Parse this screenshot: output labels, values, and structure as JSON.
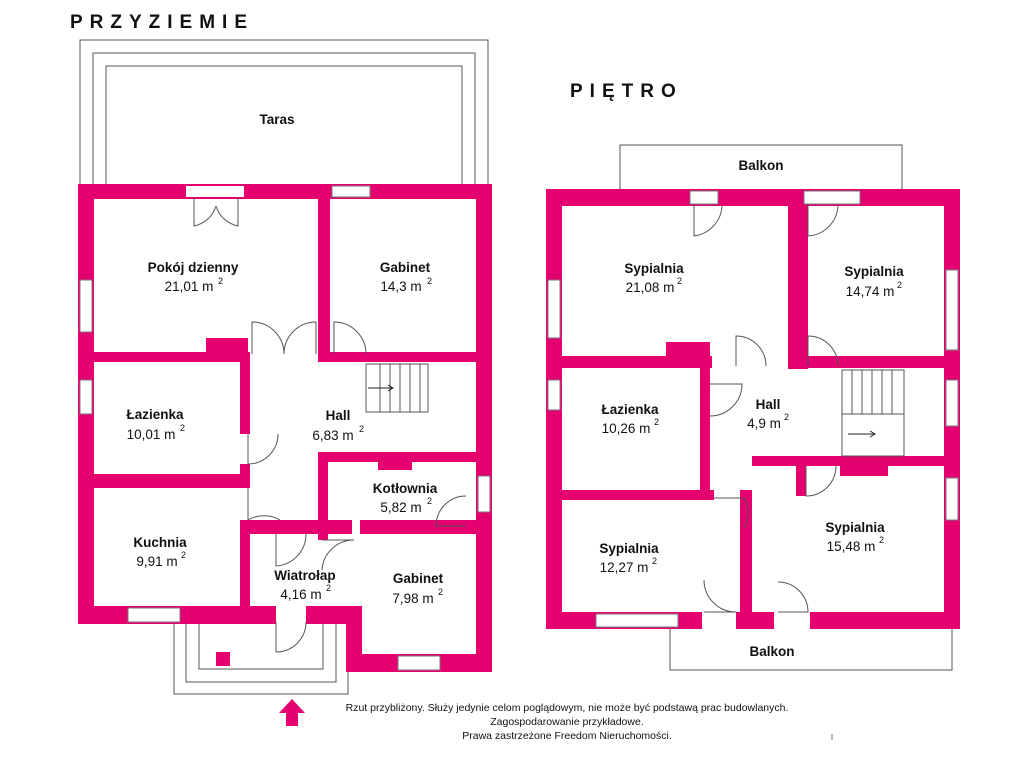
{
  "ground_floor": {
    "title": "PRZYZIEMIE",
    "terrace": "Taras",
    "rooms": [
      {
        "name": "Pokój dzienny",
        "area": "21,01 m",
        "sup": "2"
      },
      {
        "name": "Gabinet",
        "area": "14,3 m",
        "sup": "2"
      },
      {
        "name": "Łazienka",
        "area": "10,01 m",
        "sup": "2"
      },
      {
        "name": "Hall",
        "area": "6,83 m",
        "sup": "2"
      },
      {
        "name": "Kotłownia",
        "area": "5,82 m",
        "sup": "2"
      },
      {
        "name": "Kuchnia",
        "area": "9,91 m",
        "sup": "2"
      },
      {
        "name": "Wiatrołap",
        "area": "4,16 m",
        "sup": "2"
      },
      {
        "name": "Gabinet",
        "area": "7,98 m",
        "sup": "2"
      }
    ]
  },
  "upper_floor": {
    "title": "PIĘTRO",
    "balcony_top": "Balkon",
    "balcony_bottom": "Balkon",
    "rooms": [
      {
        "name": "Sypialnia",
        "area": "21,08 m",
        "sup": "2"
      },
      {
        "name": "Sypialnia",
        "area": "14,74 m",
        "sup": "2"
      },
      {
        "name": "Łazienka",
        "area": "10,26 m",
        "sup": "2"
      },
      {
        "name": "Hall",
        "area": "4,9 m",
        "sup": "2"
      },
      {
        "name": "Sypialnia",
        "area": "12,27 m",
        "sup": "2"
      },
      {
        "name": "Sypialnia",
        "area": "15,48 m",
        "sup": "2"
      }
    ]
  },
  "disclaimer": {
    "line1": "Rzut przybliżony. Służy jedynie celom poglądowym, nie może być podstawą prac budowlanych.",
    "line2": "Zagospodarowanie przykładowe.",
    "line3": "Prawa zastrzeżone Freedom Nieruchomości."
  },
  "colors": {
    "wall": "#e5006f",
    "entrance_arrow": "#e5006f"
  },
  "icons": [
    "entrance-arrow-icon",
    "stairs-icon"
  ]
}
